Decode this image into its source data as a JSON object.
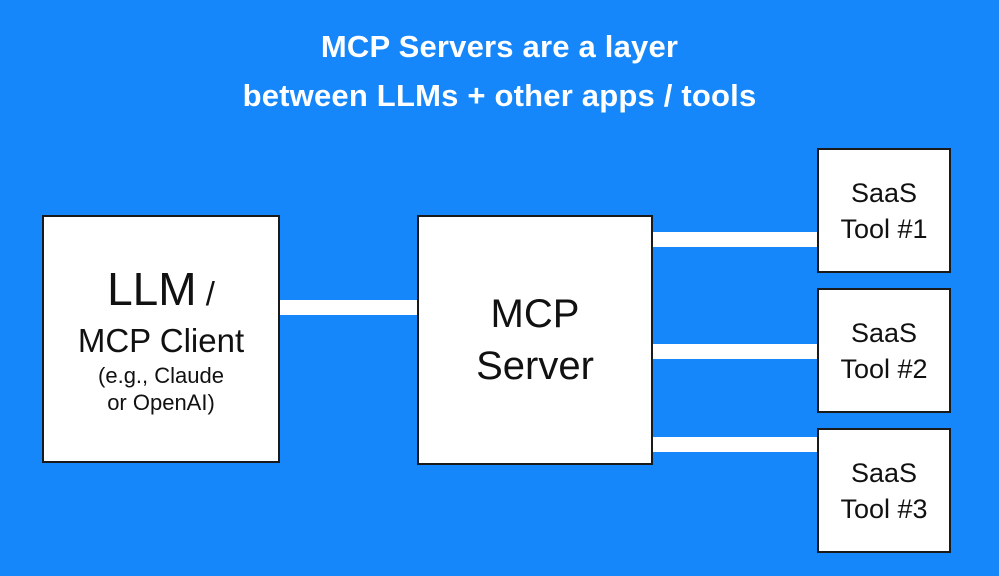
{
  "title": {
    "line1": "MCP Servers are a layer",
    "line2": "between LLMs + other apps / tools"
  },
  "colors": {
    "background": "#1587fb",
    "box_background": "#ffffff",
    "box_border": "#1a1a1a",
    "box_text": "#111111",
    "title_text": "#ffffff",
    "connector": "#ffffff"
  },
  "nodes": {
    "llm_client": {
      "main_label": "LLM",
      "main_suffix": " /",
      "sub_label": "MCP Client",
      "detail_line1": "(e.g., Claude",
      "detail_line2": "or OpenAI)"
    },
    "mcp_server": {
      "line1": "MCP",
      "line2": "Server"
    },
    "tools": [
      {
        "line1": "SaaS",
        "line2": "Tool #1"
      },
      {
        "line1": "SaaS",
        "line2": "Tool #2"
      },
      {
        "line1": "SaaS",
        "line2": "Tool #3"
      }
    ]
  },
  "connectors": [
    {
      "from": "llm_client",
      "to": "mcp_server"
    },
    {
      "from": "mcp_server",
      "to": "tool_1"
    },
    {
      "from": "mcp_server",
      "to": "tool_2"
    },
    {
      "from": "mcp_server",
      "to": "tool_3"
    }
  ]
}
